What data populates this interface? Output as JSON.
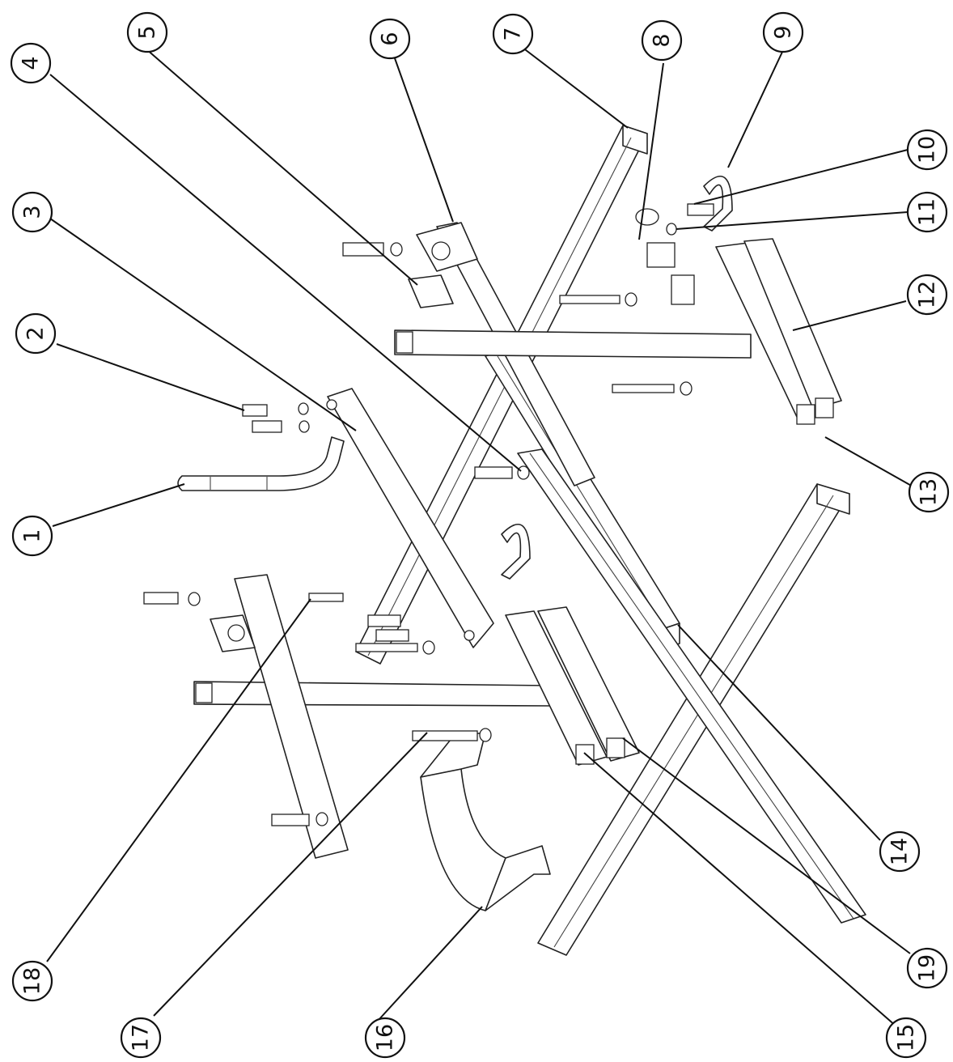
{
  "diagram": {
    "callouts": [
      {
        "number": "1"
      },
      {
        "number": "2"
      },
      {
        "number": "3"
      },
      {
        "number": "4"
      },
      {
        "number": "5"
      },
      {
        "number": "6"
      },
      {
        "number": "7"
      },
      {
        "number": "8"
      },
      {
        "number": "9"
      },
      {
        "number": "10"
      },
      {
        "number": "11"
      },
      {
        "number": "12"
      },
      {
        "number": "13"
      },
      {
        "number": "14"
      },
      {
        "number": "15"
      },
      {
        "number": "16"
      },
      {
        "number": "17"
      },
      {
        "number": "18"
      },
      {
        "number": "19"
      }
    ]
  }
}
